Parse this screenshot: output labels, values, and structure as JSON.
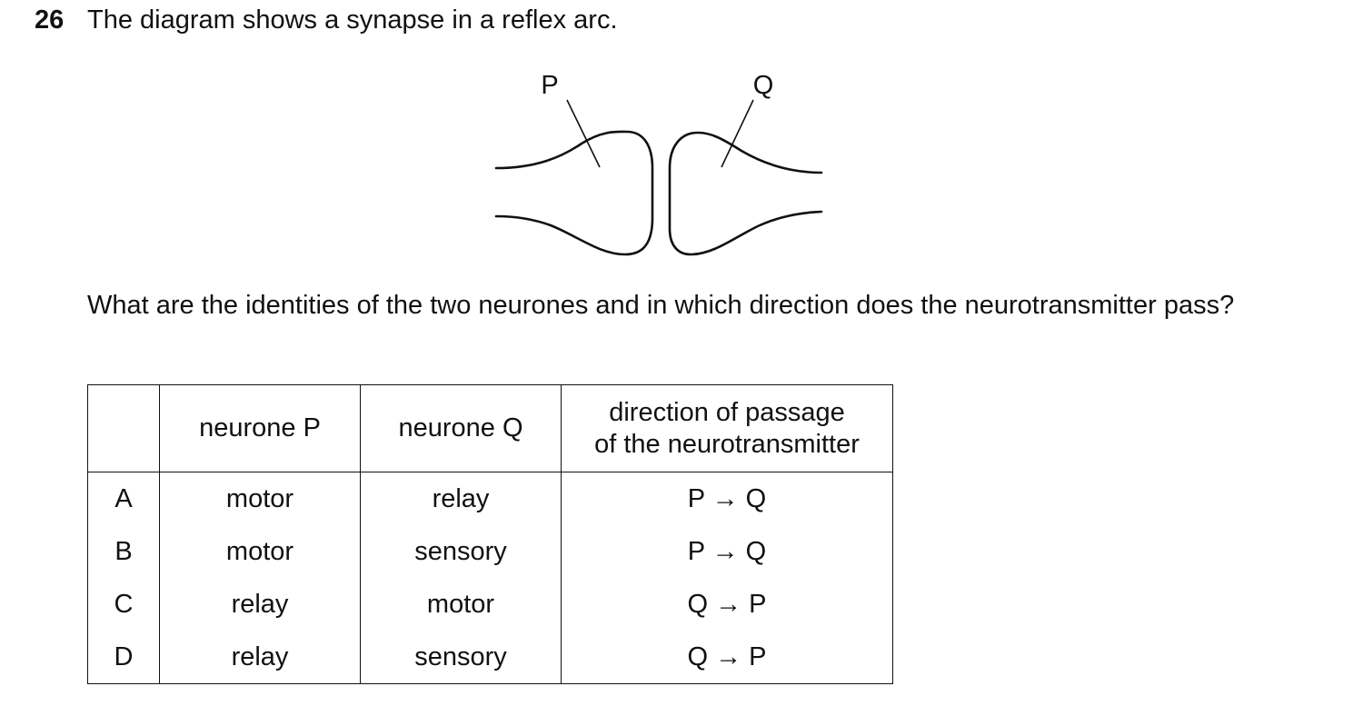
{
  "question": {
    "number": "26",
    "text": "The diagram shows a synapse in a reflex arc.",
    "prompt": "What are the identities of the two neurones and in which direction does the neurotransmitter pass?"
  },
  "diagram": {
    "label_p": "P",
    "label_q": "Q"
  },
  "table": {
    "headers": {
      "letter": "",
      "neurone_p": "neurone P",
      "neurone_q": "neurone Q",
      "direction_line1": "direction of passage",
      "direction_line2": "of the neurotransmitter"
    },
    "rows": [
      {
        "letter": "A",
        "neurone_p": "motor",
        "neurone_q": "relay",
        "direction": "P → Q"
      },
      {
        "letter": "B",
        "neurone_p": "motor",
        "neurone_q": "sensory",
        "direction": "P → Q"
      },
      {
        "letter": "C",
        "neurone_p": "relay",
        "neurone_q": "motor",
        "direction": "Q → P"
      },
      {
        "letter": "D",
        "neurone_p": "relay",
        "neurone_q": "sensory",
        "direction": "Q → P"
      }
    ]
  }
}
